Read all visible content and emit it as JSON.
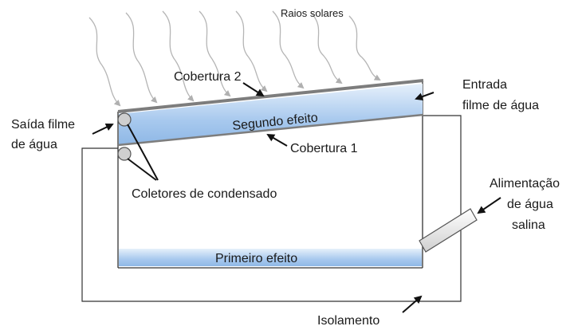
{
  "labels": {
    "sun_rays": "Raios solares",
    "cover2": "Cobertura 2",
    "cover1": "Cobertura 1",
    "second_effect": "Segundo efeito",
    "first_effect": "Primeiro efeito",
    "water_film_in_line1": "Entrada",
    "water_film_in_line2": "filme de água",
    "water_film_out_line1": "Saída filme",
    "water_film_out_line2": "de água",
    "condensate_collectors": "Coletores de condensado",
    "saline_feed_line1": "Alimentação",
    "saline_feed_line2": "de água",
    "saline_feed_line3": "salina",
    "insulation": "Isolamento"
  },
  "colors": {
    "water": "#9ec3ea",
    "cover": "#7d7d7d",
    "rays": "#b0b0b0",
    "lines": "#333333"
  }
}
